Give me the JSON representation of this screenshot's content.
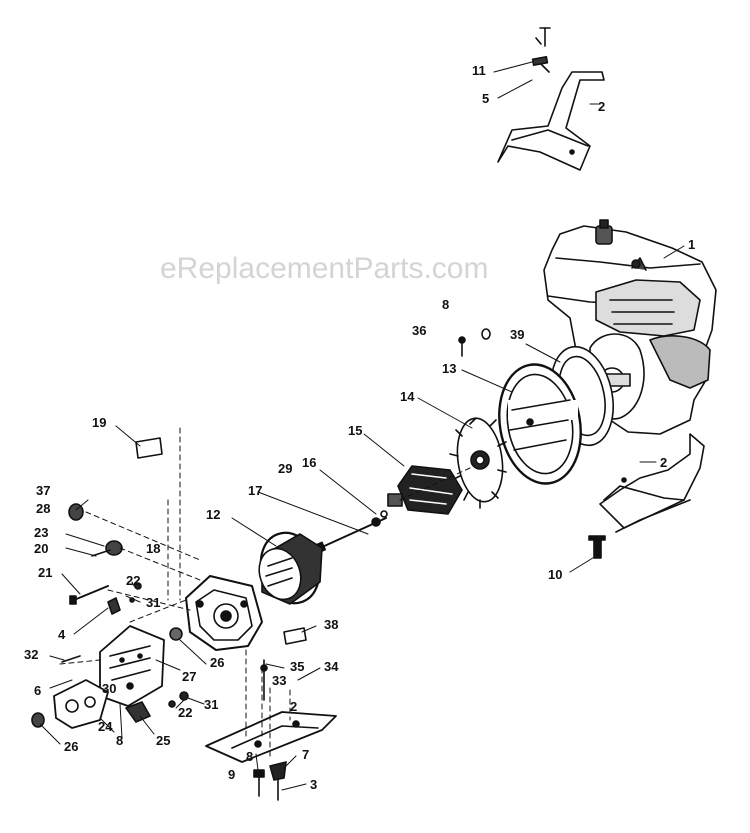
{
  "watermark": "eReplacementParts.com",
  "callouts": [
    "1",
    "2",
    "2",
    "2",
    "3",
    "4",
    "5",
    "6",
    "7",
    "8",
    "8",
    "8",
    "9",
    "10",
    "11",
    "12",
    "13",
    "14",
    "15",
    "16",
    "17",
    "18",
    "19",
    "20",
    "21",
    "22",
    "22",
    "23",
    "24",
    "25",
    "26",
    "26",
    "27",
    "28",
    "29",
    "30",
    "31",
    "31",
    "32",
    "33",
    "34",
    "35",
    "36",
    "37",
    "38",
    "39"
  ]
}
